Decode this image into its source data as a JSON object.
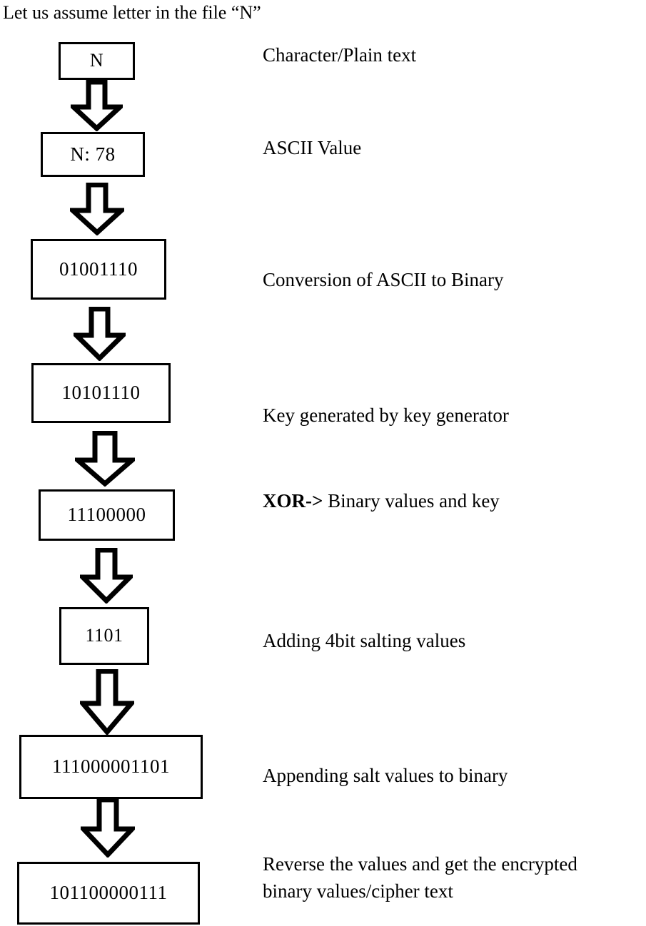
{
  "caption": "Let us assume letter in the file “N”",
  "diagram": {
    "title": "character-encryption-flow",
    "steps": [
      {
        "value": "N",
        "label": "Character/Plain text"
      },
      {
        "value": "N: 78",
        "label": "ASCII Value"
      },
      {
        "value": "01001110",
        "label": "Conversion of ASCII to Binary"
      },
      {
        "value": "10101110",
        "label": "Key generated by key generator"
      },
      {
        "value": "11100000",
        "label_bold": "XOR->",
        "label": " Binary values and key"
      },
      {
        "value": "1101",
        "label": "Adding 4bit salting values"
      },
      {
        "value": "111000001101",
        "label": "Appending salt values to binary"
      },
      {
        "value": "101100000111",
        "label_line1": "Reverse the values and get the encrypted",
        "label_line2": "binary values/cipher text"
      }
    ]
  },
  "colors": {
    "stroke": "#000000",
    "fill": "#ffffff",
    "text": "#000000"
  }
}
